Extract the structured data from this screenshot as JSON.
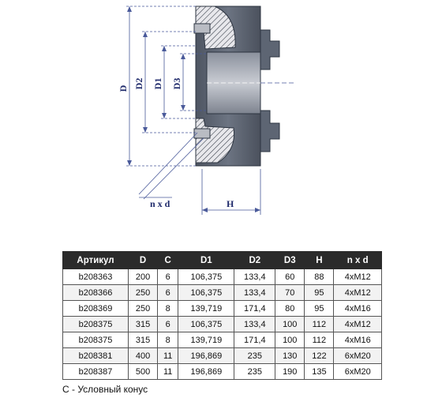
{
  "drawing": {
    "labels": {
      "D": "D",
      "D2": "D2",
      "D1": "D1",
      "D3": "D3",
      "nxd": "n x d",
      "H": "H"
    },
    "colors": {
      "body": "#5d6573",
      "body_dark": "#3c424d",
      "hatch_fill": "#e8e8ec",
      "dim_line": "#4a5a9a",
      "dim_text": "#1f2a6b",
      "outline": "#2c3440"
    }
  },
  "table": {
    "headers": [
      "Артикул",
      "D",
      "C",
      "D1",
      "D2",
      "D3",
      "H",
      "n x d"
    ],
    "rows": [
      [
        "b208363",
        "200",
        "6",
        "106,375",
        "133,4",
        "60",
        "88",
        "4xM12"
      ],
      [
        "b208366",
        "250",
        "6",
        "106,375",
        "133,4",
        "70",
        "95",
        "4xM12"
      ],
      [
        "b208369",
        "250",
        "8",
        "139,719",
        "171,4",
        "80",
        "95",
        "4xM16"
      ],
      [
        "b208375",
        "315",
        "6",
        "106,375",
        "133,4",
        "100",
        "112",
        "4xM12"
      ],
      [
        "b208375",
        "315",
        "8",
        "139,719",
        "171,4",
        "100",
        "112",
        "4xM16"
      ],
      [
        "b208381",
        "400",
        "11",
        "196,869",
        "235",
        "130",
        "122",
        "6xM20"
      ],
      [
        "b208387",
        "500",
        "11",
        "196,869",
        "235",
        "190",
        "135",
        "6xM20"
      ]
    ]
  },
  "footnote": "С - Условный конус"
}
